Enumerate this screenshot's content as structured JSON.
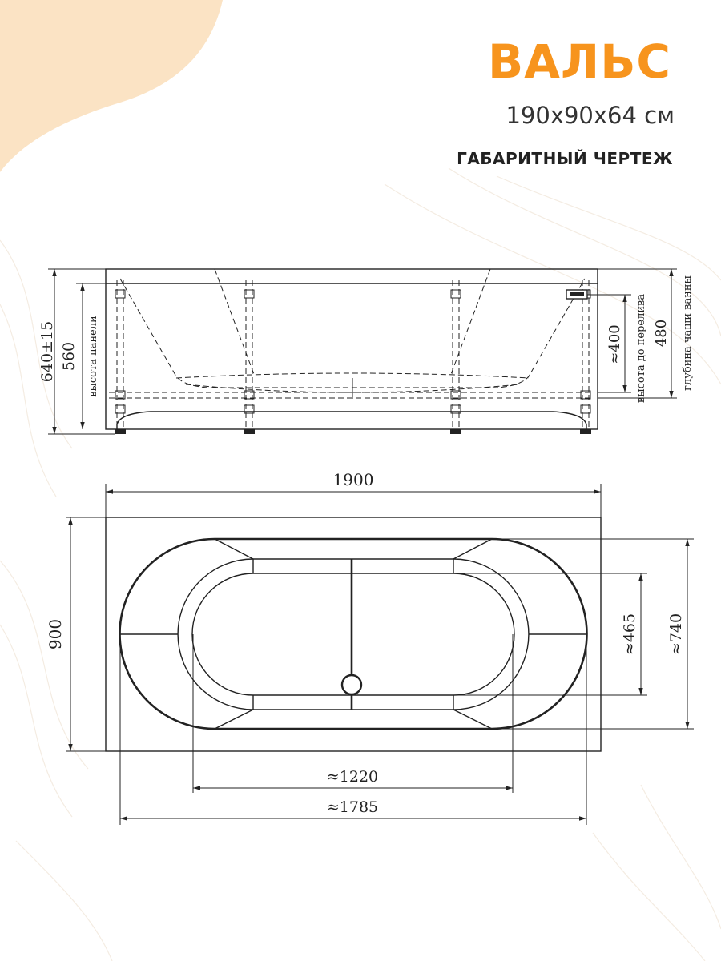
{
  "header": {
    "title": "ВАЛЬС",
    "dimensions": "190x90x64 см",
    "caption": "ГАБАРИТНЫЙ ЧЕРТЕЖ"
  },
  "side_view": {
    "total_height": "640±15",
    "panel_height_value": "560",
    "panel_height_label": "высота панели",
    "overflow_value": "≈400",
    "overflow_label": "высота до перелива",
    "bowl_depth_value": "480",
    "bowl_depth_label": "глубина чаши ванны"
  },
  "top_view": {
    "length": "1900",
    "width": "900",
    "inner_width": "≈465",
    "outer_width": "≈740",
    "inner_length": "≈1220",
    "outer_length": "≈1785"
  },
  "colors": {
    "accent": "#f7941d",
    "corner_blob": "#fbe3c4",
    "line": "#222222"
  }
}
